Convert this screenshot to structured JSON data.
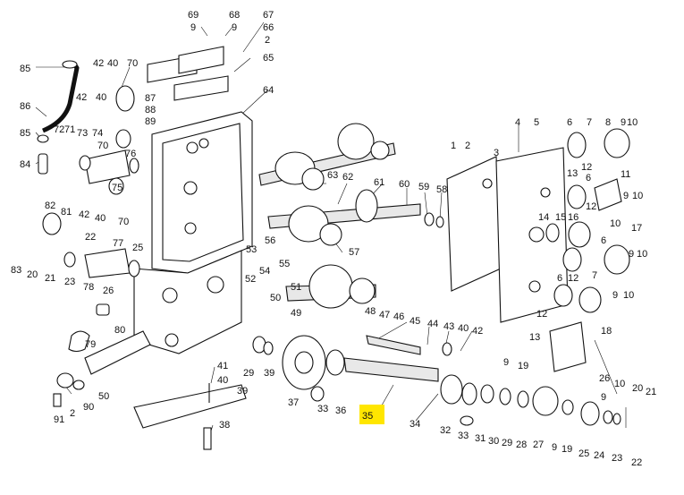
{
  "highlight": {
    "label": "35",
    "color": "#ffe600"
  },
  "labels": [
    "69",
    "9",
    "68",
    "9",
    "67",
    "66",
    "2",
    "65",
    "64",
    "85",
    "42",
    "40",
    "70",
    "86",
    "42",
    "40",
    "87",
    "88",
    "89",
    "85",
    "72",
    "71",
    "73",
    "74",
    "70",
    "76",
    "84",
    "75",
    "82",
    "81",
    "42",
    "40",
    "70",
    "83",
    "20",
    "21",
    "22",
    "23",
    "77",
    "25",
    "26",
    "78",
    "79",
    "80",
    "53",
    "56",
    "54",
    "55",
    "52",
    "50",
    "51",
    "49",
    "48",
    "47",
    "46",
    "45",
    "44",
    "43",
    "40",
    "42",
    "29",
    "39",
    "36",
    "37",
    "33",
    "41",
    "40",
    "39",
    "38",
    "91",
    "2",
    "90",
    "50",
    "63",
    "62",
    "61",
    "60",
    "59",
    "58",
    "57",
    "1",
    "2",
    "3",
    "4",
    "5",
    "6",
    "7",
    "8",
    "9",
    "10",
    "12",
    "13",
    "6",
    "11",
    "9",
    "10",
    "12",
    "14",
    "15",
    "16",
    "10",
    "6",
    "17",
    "9",
    "10",
    "6",
    "12",
    "7",
    "9",
    "10",
    "12",
    "18",
    "13",
    "9",
    "19",
    "34",
    "32",
    "33",
    "31",
    "30",
    "29",
    "28",
    "27",
    "9",
    "19",
    "25",
    "24",
    "23",
    "22",
    "26",
    "21",
    "20",
    "10",
    "9",
    "35"
  ]
}
